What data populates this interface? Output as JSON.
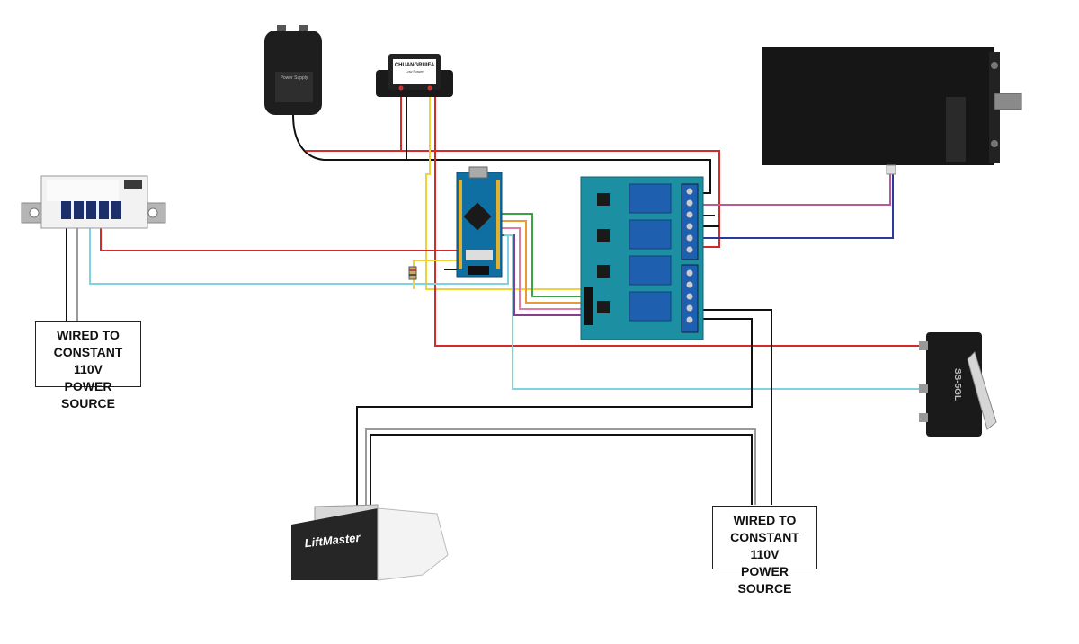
{
  "labels": {
    "left_power": {
      "line1": "WIRED TO",
      "line2": "CONSTANT 110V",
      "line3": "POWER SOURCE"
    },
    "right_power": {
      "line1": "WIRED TO",
      "line2": "CONSTANT 110V",
      "line3": "POWER SOURCE"
    }
  },
  "components": {
    "adapter_label": "Power Supply",
    "converter_brand": "CHUANGRUIFA",
    "converter_sub": "Low Power",
    "opener_brand": "LiftMaster",
    "switch_model": "SS-5GL"
  },
  "wire_colors": {
    "red": "#d42a2a",
    "black": "#111111",
    "yellow": "#f0d23a",
    "cyan": "#7fd3e0",
    "green": "#3aa34a",
    "purple": "#8a3d8a",
    "blue": "#2b3a9a",
    "pink": "#e07aa8",
    "gray": "#9a9a9a"
  }
}
